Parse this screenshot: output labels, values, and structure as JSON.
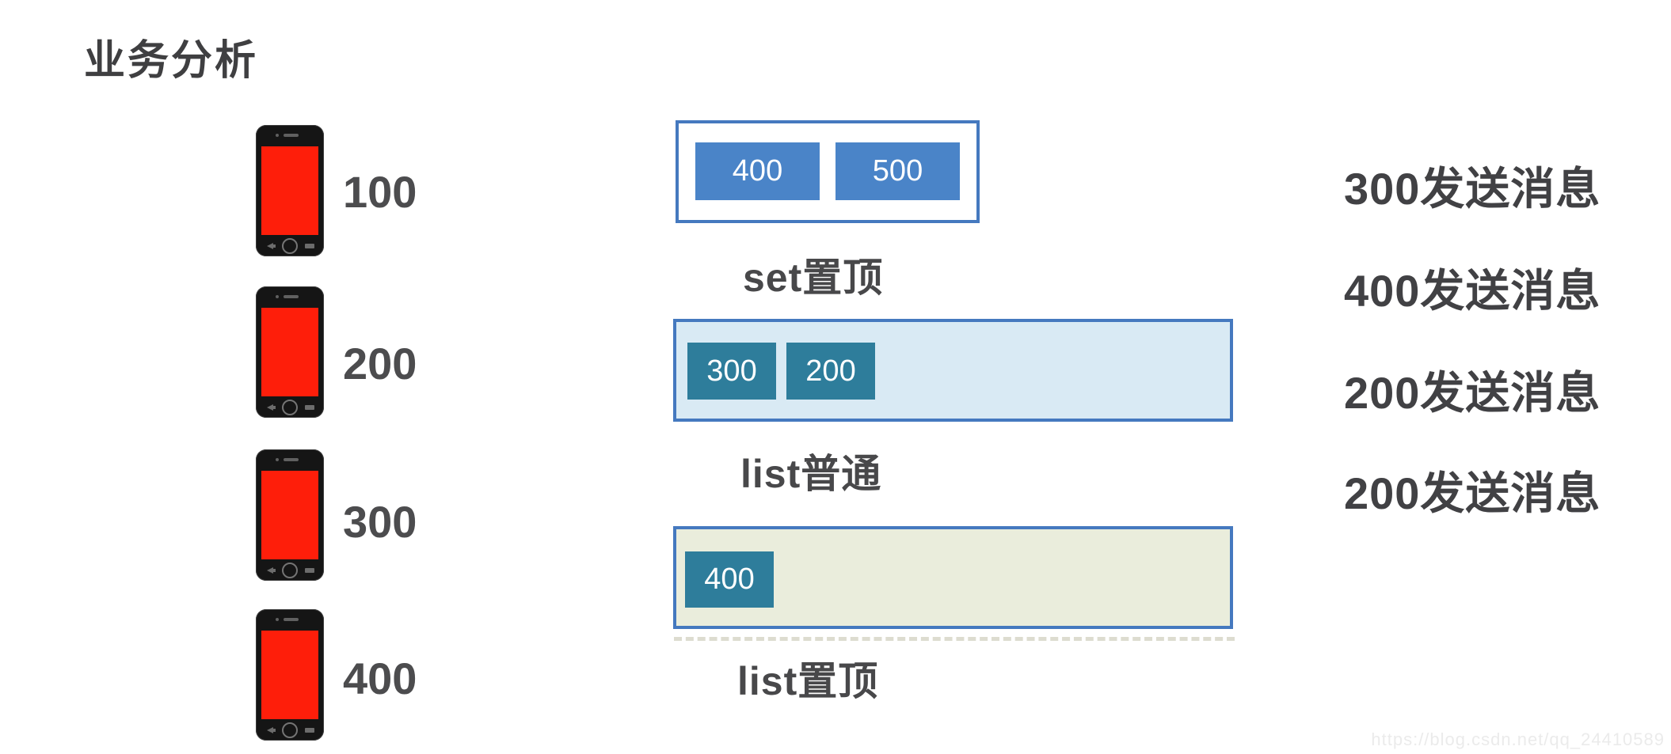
{
  "title": "业务分析",
  "phones": [
    {
      "label": "100"
    },
    {
      "label": "200"
    },
    {
      "label": "300"
    },
    {
      "label": "400"
    }
  ],
  "groups": {
    "set_top": {
      "label": "set置顶",
      "items": [
        {
          "value": "400"
        },
        {
          "value": "500"
        }
      ]
    },
    "list_normal": {
      "label": "list普通",
      "items": [
        {
          "value": "300"
        },
        {
          "value": "200"
        }
      ]
    },
    "list_top": {
      "label": "list置顶",
      "items": [
        {
          "value": "400"
        }
      ]
    }
  },
  "messages": [
    {
      "text": "300发送消息"
    },
    {
      "text": "400发送消息"
    },
    {
      "text": "200发送消息"
    },
    {
      "text": "200发送消息"
    }
  ],
  "watermark": "https://blog.csdn.net/qq_24410589",
  "colors": {
    "accent_blue": "#4a84c8",
    "accent_teal": "#2e7d9b",
    "border_blue": "#4579bf",
    "light_blue_bg": "#d9eaf4",
    "beige_bg": "#eaeddc",
    "phone_screen_red": "#fe1e0a",
    "text_dark": "#414144"
  }
}
